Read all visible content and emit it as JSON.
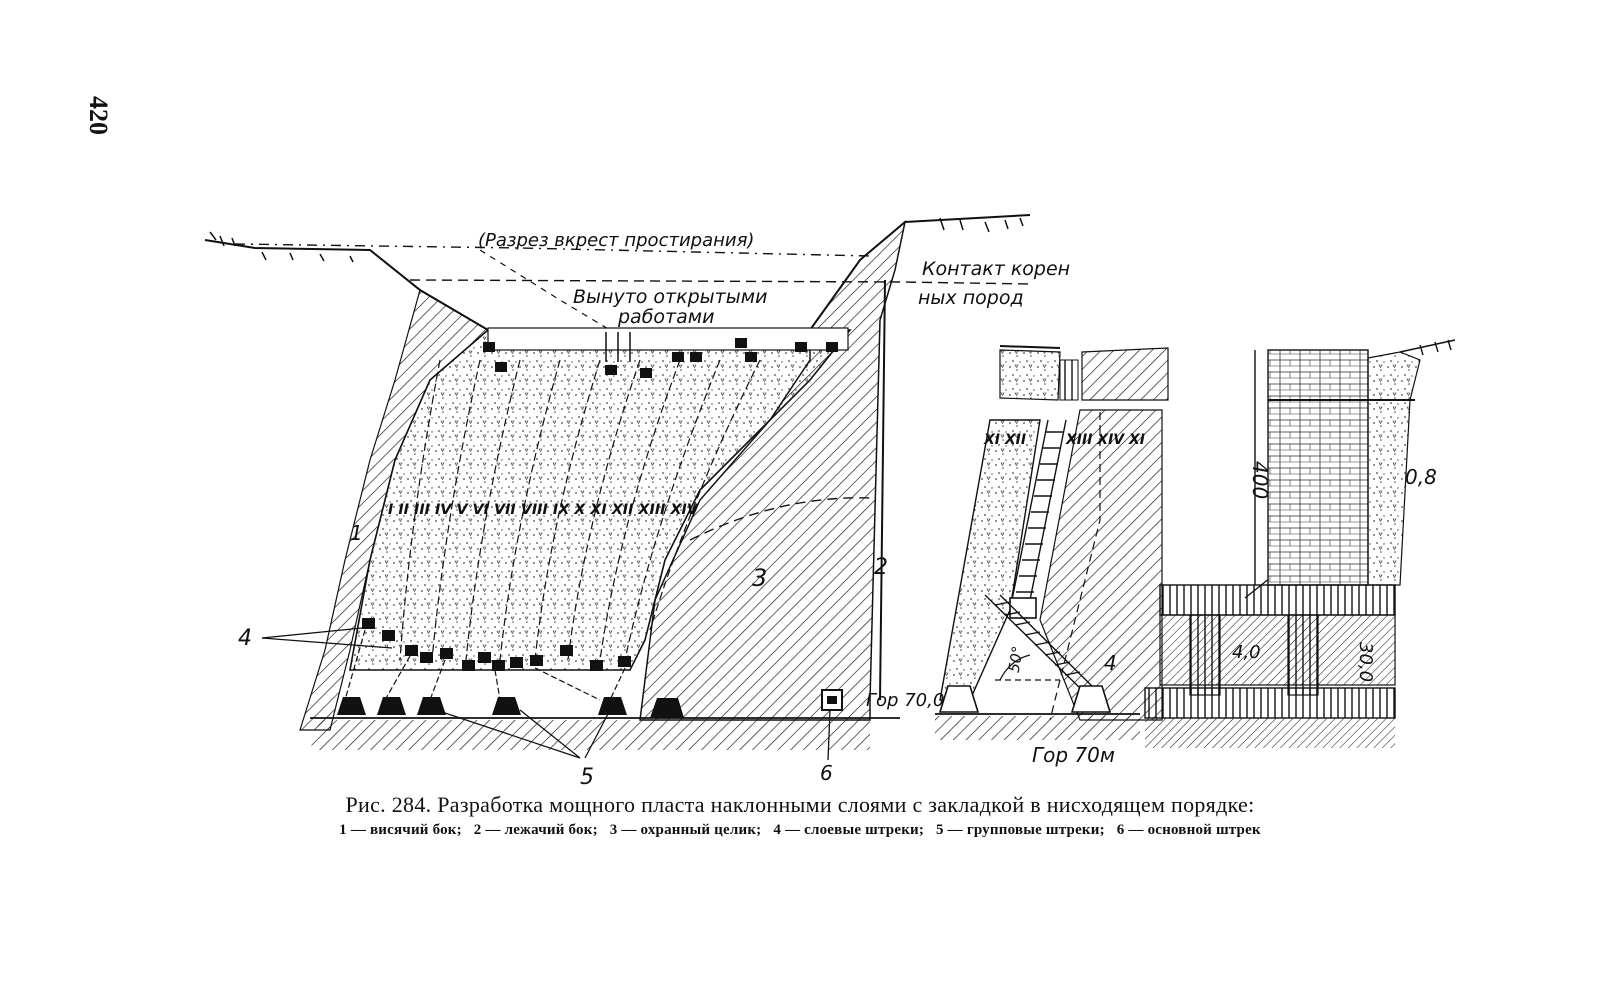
{
  "page_number": "420",
  "figure": {
    "section_label": "(Разрез вкрест простирания)",
    "removed_label_line1": "Вынуто открытыми",
    "removed_label_line2": "работами",
    "contact_label_line1": "Контакт корен",
    "contact_label_line2": "ных пород",
    "slice_numerals": "I II III IV V VI VII VIII IX X XI XII XIII XIV",
    "detail_slices_left": "XI XII",
    "detail_slices_right": "XIII XIV XI",
    "callouts": {
      "one": "1",
      "two": "2",
      "three": "3",
      "four": "4",
      "five": "5",
      "six": "6",
      "four_detail": "4"
    },
    "level_main": "Гор 70,0",
    "level_detail": "Гор 70м",
    "angle": "50°",
    "dim_400": "400",
    "dim_08": "0,8",
    "dim_40": "4,0",
    "dim_30": "30,0"
  },
  "caption": {
    "title": "Рис. 284. Разработка мощного пласта наклонными слоями с закладкой в нисходящем порядке:",
    "legend": [
      "1 — висячий бок;",
      "2 — лежачий бок;",
      "3 — охранный целик;",
      "4 — слоевые штреки;",
      "5 — групповые штреки;",
      "6 — основной штрек"
    ]
  },
  "colors": {
    "ink": "#111111",
    "paper": "#ffffff",
    "fill_dots": "#444444"
  }
}
